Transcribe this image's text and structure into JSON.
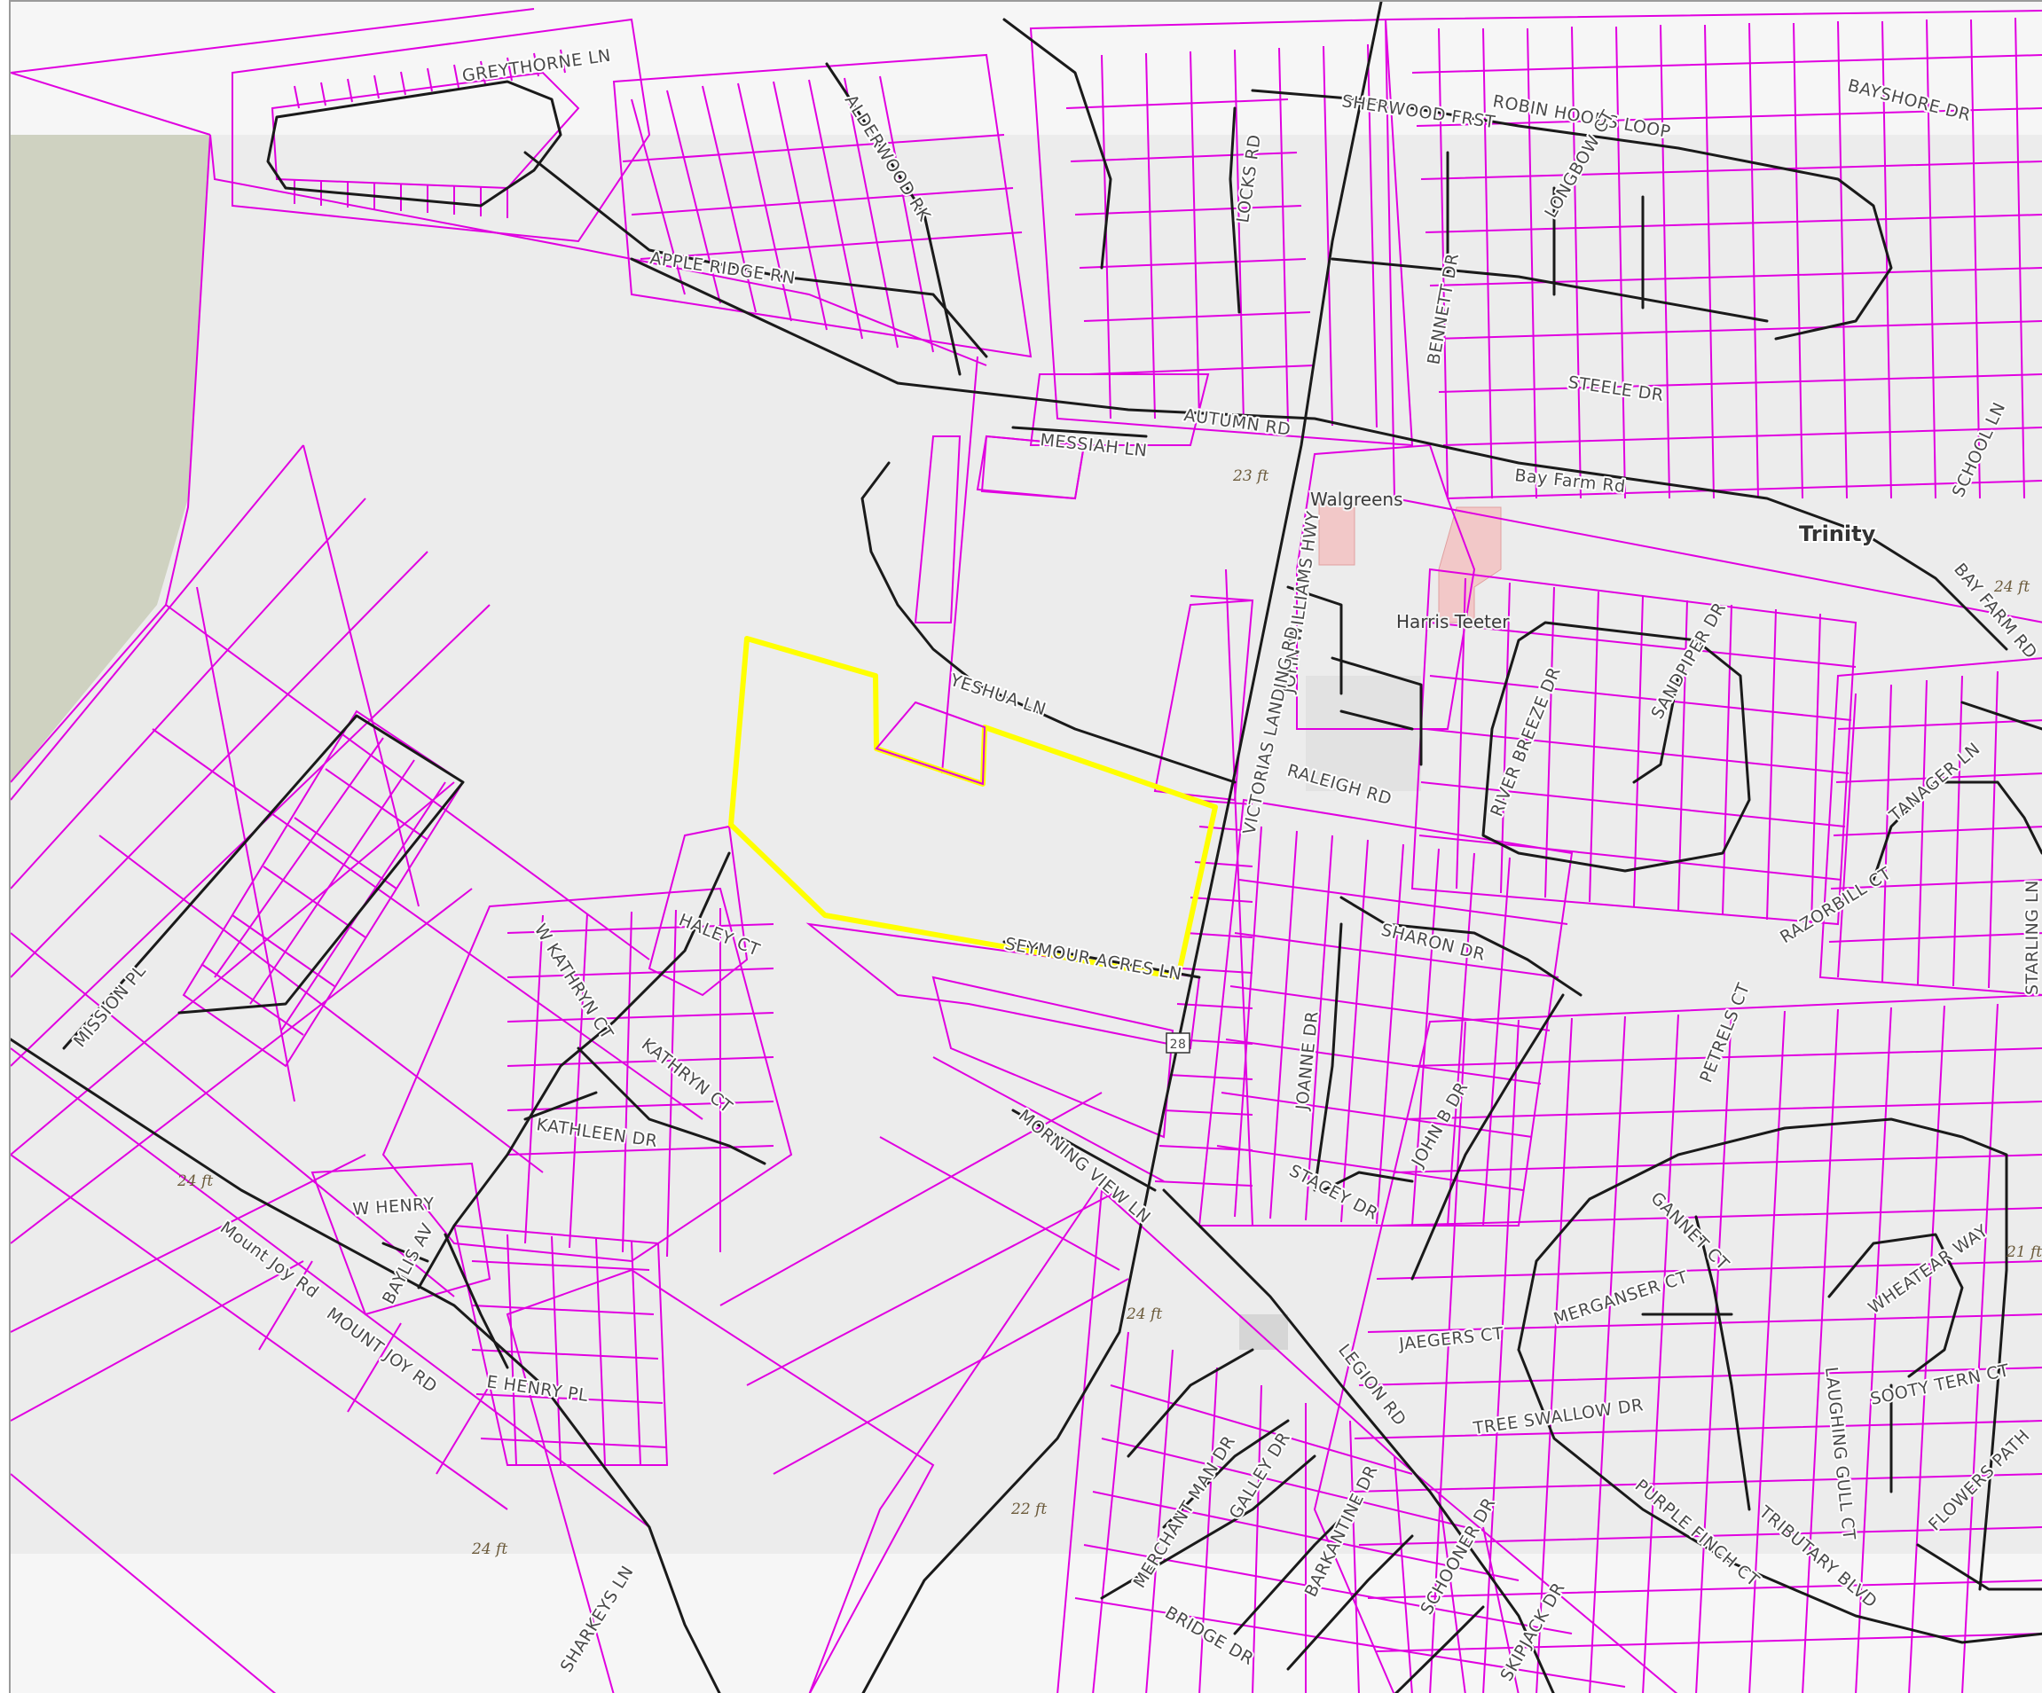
{
  "map": {
    "labels": {
      "greythorne": "GREYTHORNE LN",
      "apple_ridge": "APPLE RIDGE RN",
      "alderwood": "ALDERWOOD RK",
      "sherwood": "SHERWOOD FRST",
      "robin_hoods": "ROBIN HOODS LOOP",
      "bayshore": "BAYSHORE DR",
      "locks": "LOCKS RD",
      "bennett": "BENNETT DR",
      "lancelot": "LONGBOW CT",
      "steele": "STEELE DR",
      "autumn": "AUTUMN RD",
      "messiah": "MESSIAH LN",
      "bay_farm": "Bay Farm Rd",
      "bay_farm_e": "BAY FARM RD",
      "school": "SCHOOL LN",
      "walgreens": "Walgreens",
      "harris": "Harris Teeter",
      "trinity": "Trinity",
      "john_williams": "JOHN WILLIAMS HWY",
      "yeshua": "YESHUA LN",
      "victorias": "VICTORIAS LANDING RD",
      "raleigh": "RALEIGH RD",
      "river_breeze": "RIVER BREEZE DR",
      "sandpiper": "SANDPIPER DR",
      "tanager": "TANAGER LN",
      "razorbill": "RAZORBILL CT",
      "starling": "STARLING LN",
      "mission": "MISSION PL",
      "haley": "HALEY CT",
      "seymour": "SEYMOUR ACRES LN",
      "sharon": "SHARON DR",
      "w_kathryn": "W KATHRYN CT",
      "kathryn": "KATHRYN CT",
      "kathleen": "KATHLEEN DR",
      "w_henry": "W HENRY",
      "baylis": "BAYLIS AV",
      "henry_pl": "E HENRY PL",
      "mount_joy": "MOUNT JOY RD",
      "mount_joy_w": "Mount Joy Rd",
      "morning_view": "MORNING VIEW LN",
      "joanne": "JOANNE DR",
      "john_b": "JOHN B DR",
      "stacey": "STACEY DR",
      "petrels": "PETRELS CT",
      "gannet": "GANNET CT",
      "merganser": "MERGANSER CT",
      "jaegers": "JAEGERS CT",
      "tree_swallow": "TREE SWALLOW DR",
      "purple_finch": "PURPLE FINCH CT",
      "laughing_gull": "LAUGHING GULL CT",
      "sooty_tern": "SOOTY TERN CT",
      "wheatear": "WHEATEAR WAY",
      "tributary": "TRIBUTARY BLVD",
      "flowers_path": "FLOWERS PATH",
      "legion": "LEGION RD",
      "merchant": "MERCHANT MAN DR",
      "galley": "GALLEY DR",
      "barkantine": "BARKANTINE DR",
      "schooner": "SCHOONER DR",
      "skipjack": "SKIPJACK DR",
      "bridge": "BRIDGE DR",
      "sharkeys": "SHARKEYS LN",
      "route": "28"
    },
    "elevations": [
      "23 ft",
      "24 ft",
      "24 ft",
      "24 ft",
      "22 ft",
      "24 ft",
      "21 ft"
    ],
    "colors": {
      "parcel": "#e000e0",
      "selected_parcel": "#ffff00",
      "road": "#1a1a1a",
      "background": "#ececec",
      "wetland": "#cfd2c1"
    }
  }
}
